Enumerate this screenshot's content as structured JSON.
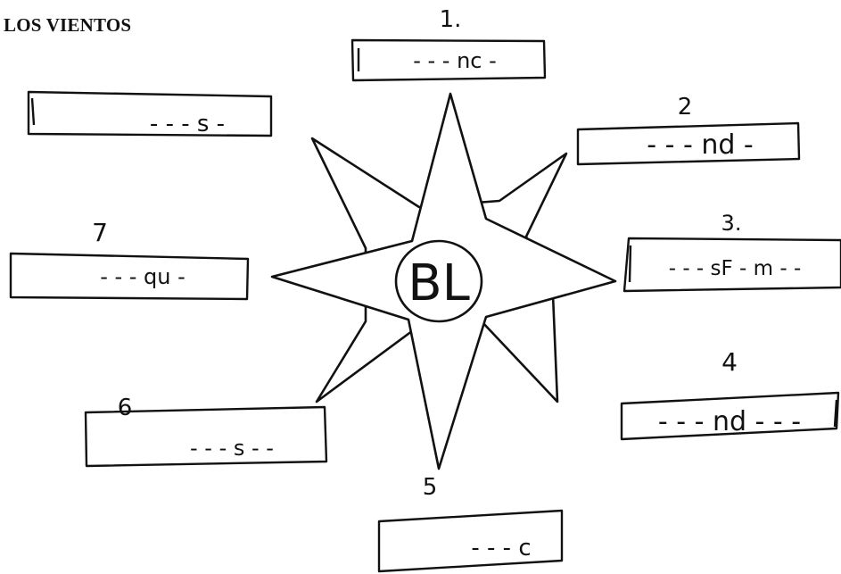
{
  "title": "LOS VIENTOS",
  "center_label": "BL",
  "winds": [
    {
      "number": "1.",
      "hint": "- - - nc -"
    },
    {
      "number": "2",
      "hint": "- - - nd -"
    },
    {
      "number": "3.",
      "hint": "- - - sF - m - -"
    },
    {
      "number": "4",
      "hint": "- - - nd - - -"
    },
    {
      "number": "5",
      "hint": "- - - c"
    },
    {
      "number": "6",
      "hint": "- - - s - -"
    },
    {
      "number": "7",
      "hint": "- - - qu -"
    },
    {
      "number": "",
      "hint": "- - - s -"
    }
  ]
}
